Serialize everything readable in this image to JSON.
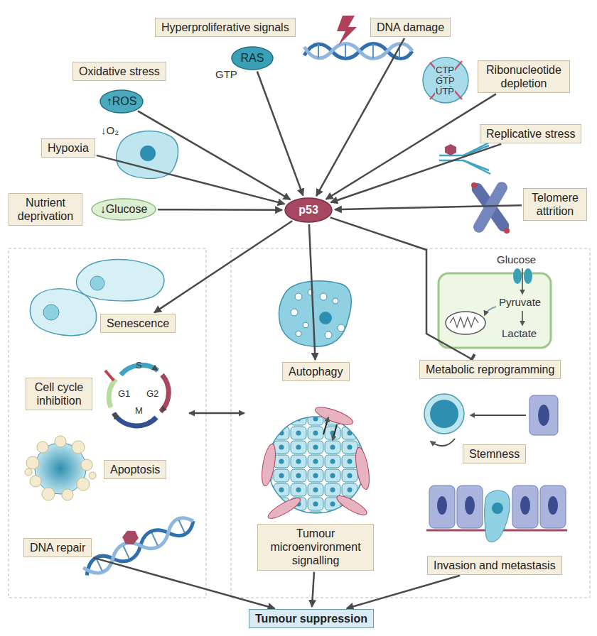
{
  "diagram": {
    "nodes": [
      {
        "text": [
          "Hyperproliferative signals"
        ]
      },
      {
        "text": [
          "RAS"
        ]
      },
      {
        "text": [
          "DNA damage"
        ]
      },
      {
        "text": [
          "Oxidative stress"
        ]
      },
      {
        "text": [
          "↑ROS"
        ]
      },
      {
        "text": [
          "Ribonucleotide depletion"
        ]
      },
      {
        "text": [
          "Hypoxia"
        ]
      },
      {
        "text": [
          "Replicative stress"
        ]
      },
      {
        "text": [
          "Nutrient deprivation"
        ]
      },
      {
        "text": [
          "↓Glucose"
        ]
      },
      {
        "text": [
          "Telomere attrition"
        ]
      },
      {
        "text": [
          "p53"
        ]
      },
      {
        "text": [
          "Senescence"
        ]
      },
      {
        "text": [
          "Autophagy"
        ]
      },
      {
        "text": [
          "Metabolic reprogramming"
        ]
      },
      {
        "text": [
          "Cell cycle inhibition"
        ]
      },
      {
        "text": [
          "Apoptosis"
        ]
      },
      {
        "text": [
          "Stemness"
        ]
      },
      {
        "text": [
          "DNA repair"
        ]
      },
      {
        "text": [
          "Tumour microenvironment signalling"
        ]
      },
      {
        "text": [
          "Invasion and metastasis"
        ]
      },
      {
        "text": [
          "Tumour suppression"
        ]
      }
    ],
    "edges": [
      {
        "from": 1,
        "to": 11,
        "arrow": "to"
      },
      {
        "from": 2,
        "to": 11,
        "arrow": "to"
      },
      {
        "from": 5,
        "to": 11,
        "arrow": "to"
      },
      {
        "from": 4,
        "to": 11,
        "arrow": "to"
      },
      {
        "from": 6,
        "to": 11,
        "arrow": "to"
      },
      {
        "from": 7,
        "to": 11,
        "arrow": "to"
      },
      {
        "from": 9,
        "to": 11,
        "arrow": "to"
      },
      {
        "from": 10,
        "to": 11,
        "arrow": "to"
      },
      {
        "from": 11,
        "to": 12,
        "arrow": "to"
      },
      {
        "from": 11,
        "to": 13,
        "arrow": "to"
      },
      {
        "from": 11,
        "to": 14,
        "arrow": "to"
      },
      {
        "from": 18,
        "to": 21,
        "arrow": "to"
      },
      {
        "from": 19,
        "to": 21,
        "arrow": "to"
      },
      {
        "from": 20,
        "to": 21,
        "arrow": "to"
      }
    ],
    "labels": [
      "GTP",
      "CTP",
      "GTP",
      "UTP",
      "↓O₂",
      "S",
      "G1",
      "G2",
      "M",
      "Glucose",
      "Pyruvate",
      "Lactate"
    ]
  }
}
